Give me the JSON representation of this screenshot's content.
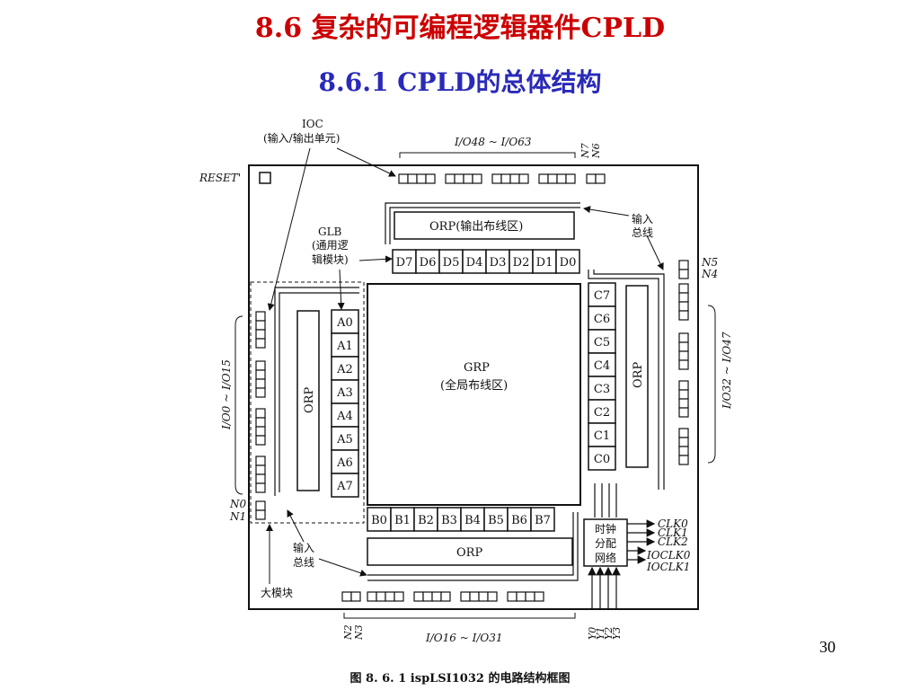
{
  "slide": {
    "title": "8.6   复杂的可编程逻辑器件CPLD",
    "subtitle": "8.6.1  CPLD的总体结构",
    "page_number": "30",
    "caption": "图 8. 6. 1    ispLSI1032 的电路结构框图"
  },
  "diagram": {
    "ioc_label": "IOC",
    "ioc_sublabel": "(输入/输出单元)",
    "io_top": "I/O48 ~ I/O63",
    "io_bottom": "I/O16 ~ I/O31",
    "io_left": "I/O0 ~ I/O15",
    "io_right": "I/O32 ~ I/O47",
    "reset": "RESET'",
    "glb_label": "GLB",
    "glb_sub1": "(通用逻",
    "glb_sub2": "辑模块)",
    "input_bus_1": "输入",
    "input_bus_2": "总线",
    "orp_top": "ORP(输出布线区)",
    "orp": "ORP",
    "grp": "GRP",
    "grp_sub": "(全局布线区)",
    "big_block": "大模块",
    "clock_net": [
      "时钟",
      "分配",
      "网络"
    ],
    "clock_outputs": [
      "CLK0",
      "CLK1",
      "CLK2",
      "IOCLK0",
      "IOCLK1"
    ],
    "pins_top": [
      "N7",
      "N6"
    ],
    "pins_right": [
      "N5",
      "N4"
    ],
    "pins_left": [
      "N0",
      "N1"
    ],
    "pins_bottom": [
      "N2",
      "N3"
    ],
    "pins_y": [
      "Y0",
      "Y1",
      "Y2",
      "Y3"
    ],
    "glb_d": [
      "D7",
      "D6",
      "D5",
      "D4",
      "D3",
      "D2",
      "D1",
      "D0"
    ],
    "glb_a": [
      "A0",
      "A1",
      "A2",
      "A3",
      "A4",
      "A5",
      "A6",
      "A7"
    ],
    "glb_b": [
      "B0",
      "B1",
      "B2",
      "B3",
      "B4",
      "B5",
      "B6",
      "B7"
    ],
    "glb_c": [
      "C7",
      "C6",
      "C5",
      "C4",
      "C3",
      "C2",
      "C1",
      "C0"
    ]
  }
}
